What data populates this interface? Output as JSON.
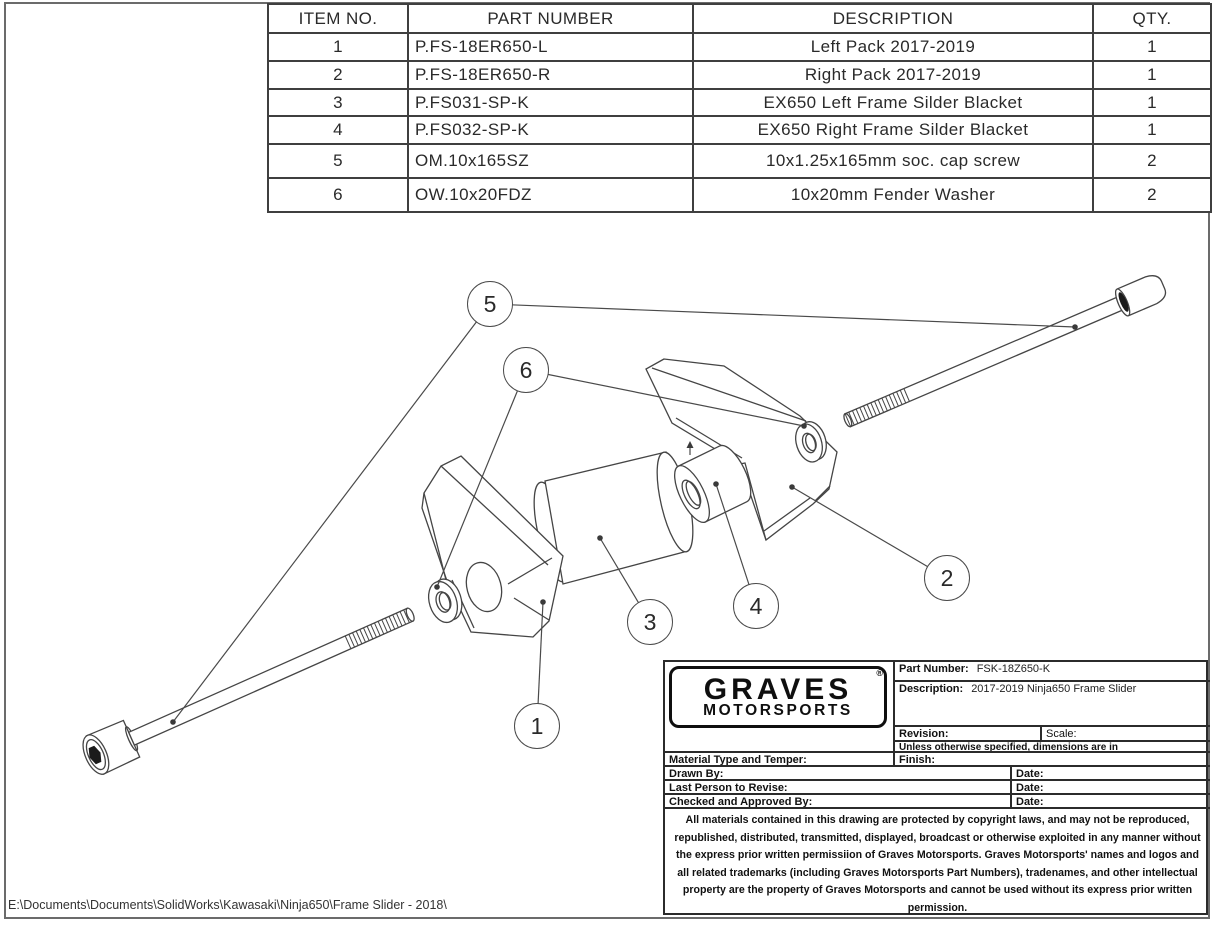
{
  "bom": {
    "headers": [
      "ITEM NO.",
      "PART NUMBER",
      "DESCRIPTION",
      "QTY."
    ],
    "rows": [
      {
        "item": "1",
        "part": "P.FS-18ER650-L",
        "desc": "Left Pack 2017-2019",
        "qty": "1"
      },
      {
        "item": "2",
        "part": "P.FS-18ER650-R",
        "desc": "Right Pack 2017-2019",
        "qty": "1"
      },
      {
        "item": "3",
        "part": "P.FS031-SP-K",
        "desc": "EX650 Left Frame Silder Blacket",
        "qty": "1"
      },
      {
        "item": "4",
        "part": "P.FS032-SP-K",
        "desc": "EX650 Right Frame Silder Blacket",
        "qty": "1"
      },
      {
        "item": "5",
        "part": "OM.10x165SZ",
        "desc": "10x1.25x165mm soc. cap screw",
        "qty": "2"
      },
      {
        "item": "6",
        "part": "OW.10x20FDZ",
        "desc": "10x20mm Fender Washer",
        "qty": "2"
      }
    ]
  },
  "balloons": [
    {
      "label": "1"
    },
    {
      "label": "2"
    },
    {
      "label": "3"
    },
    {
      "label": "4"
    },
    {
      "label": "5"
    },
    {
      "label": "6"
    }
  ],
  "title_block": {
    "brand_line1": "GRAVES",
    "brand_line2": "MOTORSPORTS",
    "registered": "®",
    "part_number_label": "Part Number:",
    "part_number": "FSK-18Z650-K",
    "description_label": "Description:",
    "description": "2017-2019 Ninja650 Frame Slider",
    "revision_label": "Revision:",
    "scale_label": "Scale:",
    "units_note": "Unless otherwise specified, dimensions are in",
    "material_label": "Material Type and Temper:",
    "finish_label": "Finish:",
    "drawn_by_label": "Drawn By:",
    "revise_label": "Last Person to Revise:",
    "checked_label": "Checked and Approved By:",
    "date_label": "Date:",
    "copyright": "All materials contained in this drawing are protected by copyright laws, and may not be reproduced, republished, distributed, transmitted, displayed, broadcast or otherwise exploited in any manner without the express prior written permissiion of Graves Motorsports. Graves Motorsports' names and logos and all related trademarks (including Graves Motorsports Part Numbers), tradenames, and other intellectual property are the property of Graves Motorsports and cannot be used without its express prior written permission."
  },
  "footer": {
    "file_path": "E:\\Documents\\Documents\\SolidWorks\\Kawasaki\\Ninja650\\Frame Slider - 2018\\"
  },
  "colors": {
    "line_work": "#454545",
    "table_border": "#3f3f3f",
    "sheet_border": "#6b6b6b",
    "text": "#222222",
    "logo": "#0f0f0f"
  }
}
